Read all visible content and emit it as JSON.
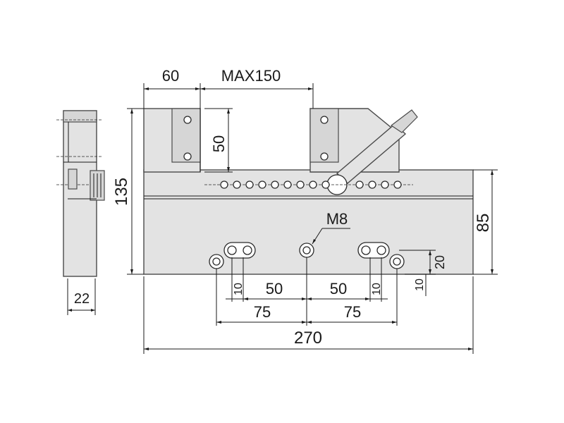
{
  "dimensions": {
    "jaw_width": "60",
    "opening": "MAX150",
    "jaw_height": "50",
    "total_height": "135",
    "body_height": "85",
    "thread": "M8",
    "hole_pitch_a_left": "50",
    "hole_pitch_a_right": "50",
    "hole_pitch_b_left": "75",
    "hole_pitch_b_right": "75",
    "slot_width_left": "10",
    "slot_width_right": "10",
    "slot_offset": "20",
    "slot_bottom": "10",
    "total_length": "270",
    "side_width": "22"
  },
  "colors": {
    "part_fill": "#e3e3e3",
    "line": "#1a1a1a"
  }
}
